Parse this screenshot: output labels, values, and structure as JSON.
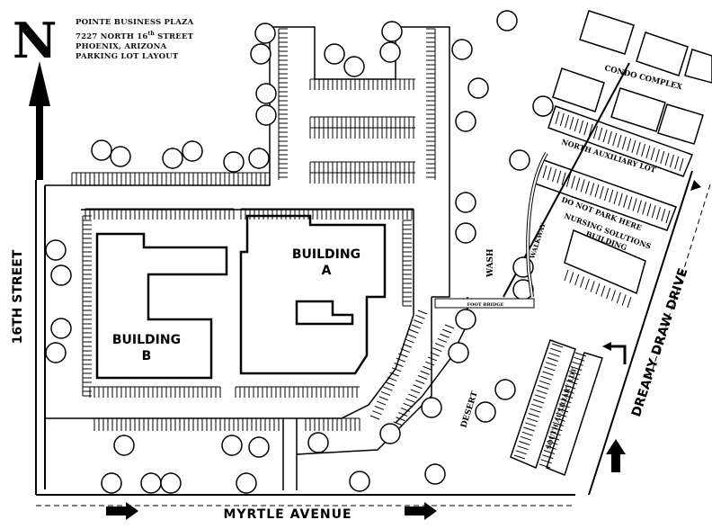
{
  "header": {
    "line1": "POINTE BUSINESS PLAZA",
    "line2_prefix": "7227 NORTH 16",
    "line2_sup": "th",
    "line2_suffix": " STREET",
    "line3": "PHOENIX, ARIZONA",
    "line4": "PARKING LOT LAYOUT"
  },
  "compass": {
    "letter": "N"
  },
  "streets": {
    "west": "16TH STREET",
    "south": "MYRTLE AVENUE",
    "east": "DREAMY DRAW DRIVE"
  },
  "buildings": {
    "a_line1": "BUILDING",
    "a_line2": "A",
    "b_line1": "BUILDING",
    "b_line2": "B"
  },
  "labels": {
    "condo": "CONDO COMPLEX",
    "north_lot": "NORTH AUXILIARY LOT",
    "do_not_park": "DO NOT PARK HERE",
    "nursing_line1": "NURSING SOLUTIONS",
    "nursing_line2": "BUILDING",
    "wash": "WASH",
    "walkway": "WALKWAY",
    "foot_bridge": "FOOT BRIDGE",
    "desert": "DESERT",
    "south_lot": "SOUTH AUXILIARY LOT"
  }
}
